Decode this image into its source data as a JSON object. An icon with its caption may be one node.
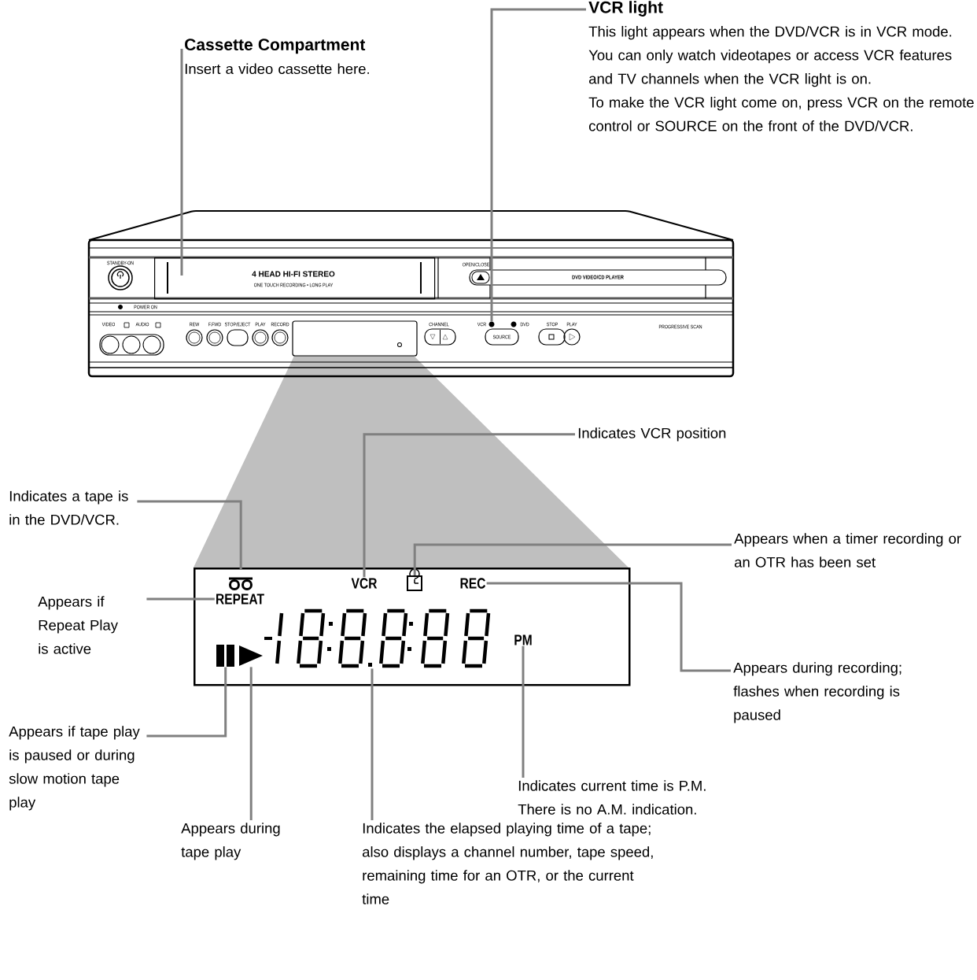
{
  "diagram": {
    "nodes": [
      {
        "text": [
          "Cassette Compartment",
          "Insert a video cassette here."
        ]
      },
      {
        "text": [
          "VCR light",
          "This light appears when the DVD/VCR is in VCR mode. You can only watch videotapes or access VCR features and TV channels when the VCR light is on.",
          "To make the VCR light come on, press VCR on the remote control or SOURCE on the front of the DVD/VCR."
        ]
      },
      {
        "text": [
          "Indicates VCR position"
        ]
      },
      {
        "text": [
          "Indicates a tape is in the DVD/VCR."
        ]
      },
      {
        "text": [
          "Appears when a timer recording or an OTR has been set"
        ]
      },
      {
        "text": [
          "Appears if Repeat Play is active"
        ]
      },
      {
        "text": [],
        "shape": "box"
      },
      {
        "text": [
          "REPEAT"
        ],
        "in": 6
      },
      {
        "text": [
          "VCR"
        ],
        "in": 6
      },
      {
        "text": [
          "REC"
        ],
        "in": 6
      },
      {
        "text": [
          "PM"
        ],
        "in": 6
      },
      {
        "text": [
          "Appears during recording; flashes when recording is paused"
        ]
      },
      {
        "text": [
          "Appears if tape play is paused or during slow motion tape play"
        ]
      },
      {
        "text": [
          "Indicates current time is P.M. There is no A.M. indication."
        ]
      },
      {
        "text": [
          "Appears during tape play"
        ]
      },
      {
        "text": [
          "Indicates the elapsed playing time of a tape; also displays a channel number, tape speed, remaining time for an OTR, or the current time"
        ]
      },
      {
        "text": [],
        "shape": "box"
      },
      {
        "text": [],
        "shape": "circle",
        "beside": [
          "VCR"
        ]
      },
      {
        "text": [],
        "shape": "picture",
        "in": 6
      },
      {
        "text": [],
        "shape": "picture",
        "in": 6
      },
      {
        "text": [],
        "shape": "picture",
        "in": 6
      },
      {
        "text": [],
        "shape": "picture",
        "in": 6
      },
      {
        "text": [],
        "shape": "picture",
        "in": 6
      }
    ],
    "edges": [
      {
        "from": 0,
        "to": 16,
        "arrow": "none"
      },
      {
        "from": 1,
        "to": 17,
        "arrow": "none"
      },
      {
        "from": 2,
        "to": 8,
        "arrow": "none"
      },
      {
        "from": 3,
        "to": 18,
        "arrow": "none"
      },
      {
        "from": 4,
        "to": 19,
        "arrow": "none"
      },
      {
        "from": 5,
        "to": 7,
        "arrow": "none"
      },
      {
        "from": 11,
        "to": 9,
        "arrow": "none"
      },
      {
        "from": 12,
        "to": 20,
        "arrow": "none"
      },
      {
        "from": 13,
        "to": 10,
        "arrow": "none"
      },
      {
        "from": 14,
        "to": 21,
        "arrow": "none"
      },
      {
        "from": 15,
        "to": 22,
        "arrow": "none"
      }
    ],
    "labels": [
      "STANDBY-ON",
      "4 HEAD HI-FI STEREO",
      "ONE TOUCH RECORDING • LONG PLAY",
      "OPEN/CLOSE",
      "DVD VIDEO/CD PLAYER",
      "POWER ON",
      "VIDEO",
      "AUDIO",
      "REW",
      "F.FWD",
      "STOP/EJECT",
      "PLAY",
      "RECORD",
      "CHANNEL",
      "DVD",
      "SOURCE",
      "STOP",
      "PLAY",
      "PROGRESSIVE SCAN"
    ]
  }
}
